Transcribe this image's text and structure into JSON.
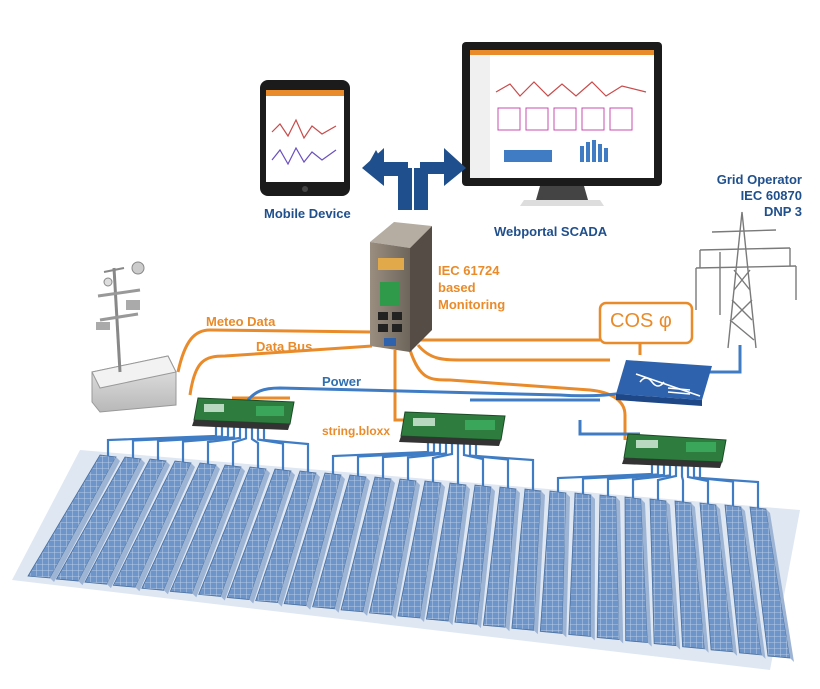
{
  "labels": {
    "mobile_device": "Mobile Device",
    "webportal": "Webportal SCADA",
    "grid_operator": [
      "Grid Operator",
      "IEC 60870",
      "DNP 3"
    ],
    "monitoring": [
      "IEC 61724",
      "based",
      "Monitoring"
    ],
    "meteo_data": "Meteo Data",
    "data_bus": "Data Bus",
    "power": "Power",
    "string_bloxx": "string.bloxx",
    "cos_phi": "COS φ"
  },
  "colors": {
    "dark_blue": "#1f4f8c",
    "orange": "#e98b2a",
    "cable_blue": "#3f7cc4",
    "panel": "#7fa6d8",
    "board_green": "#2e7d3e"
  },
  "icons": {
    "arrows": "split-up-arrows-icon",
    "tablet": "tablet-icon",
    "monitor": "monitor-icon",
    "controller": "controller-device-icon",
    "weather_station": "weather-station-icon",
    "pylon": "power-pylon-icon",
    "inverter": "inverter-icon",
    "string_box": "circuit-board-icon",
    "solar_field": "solar-panel-field-icon"
  }
}
